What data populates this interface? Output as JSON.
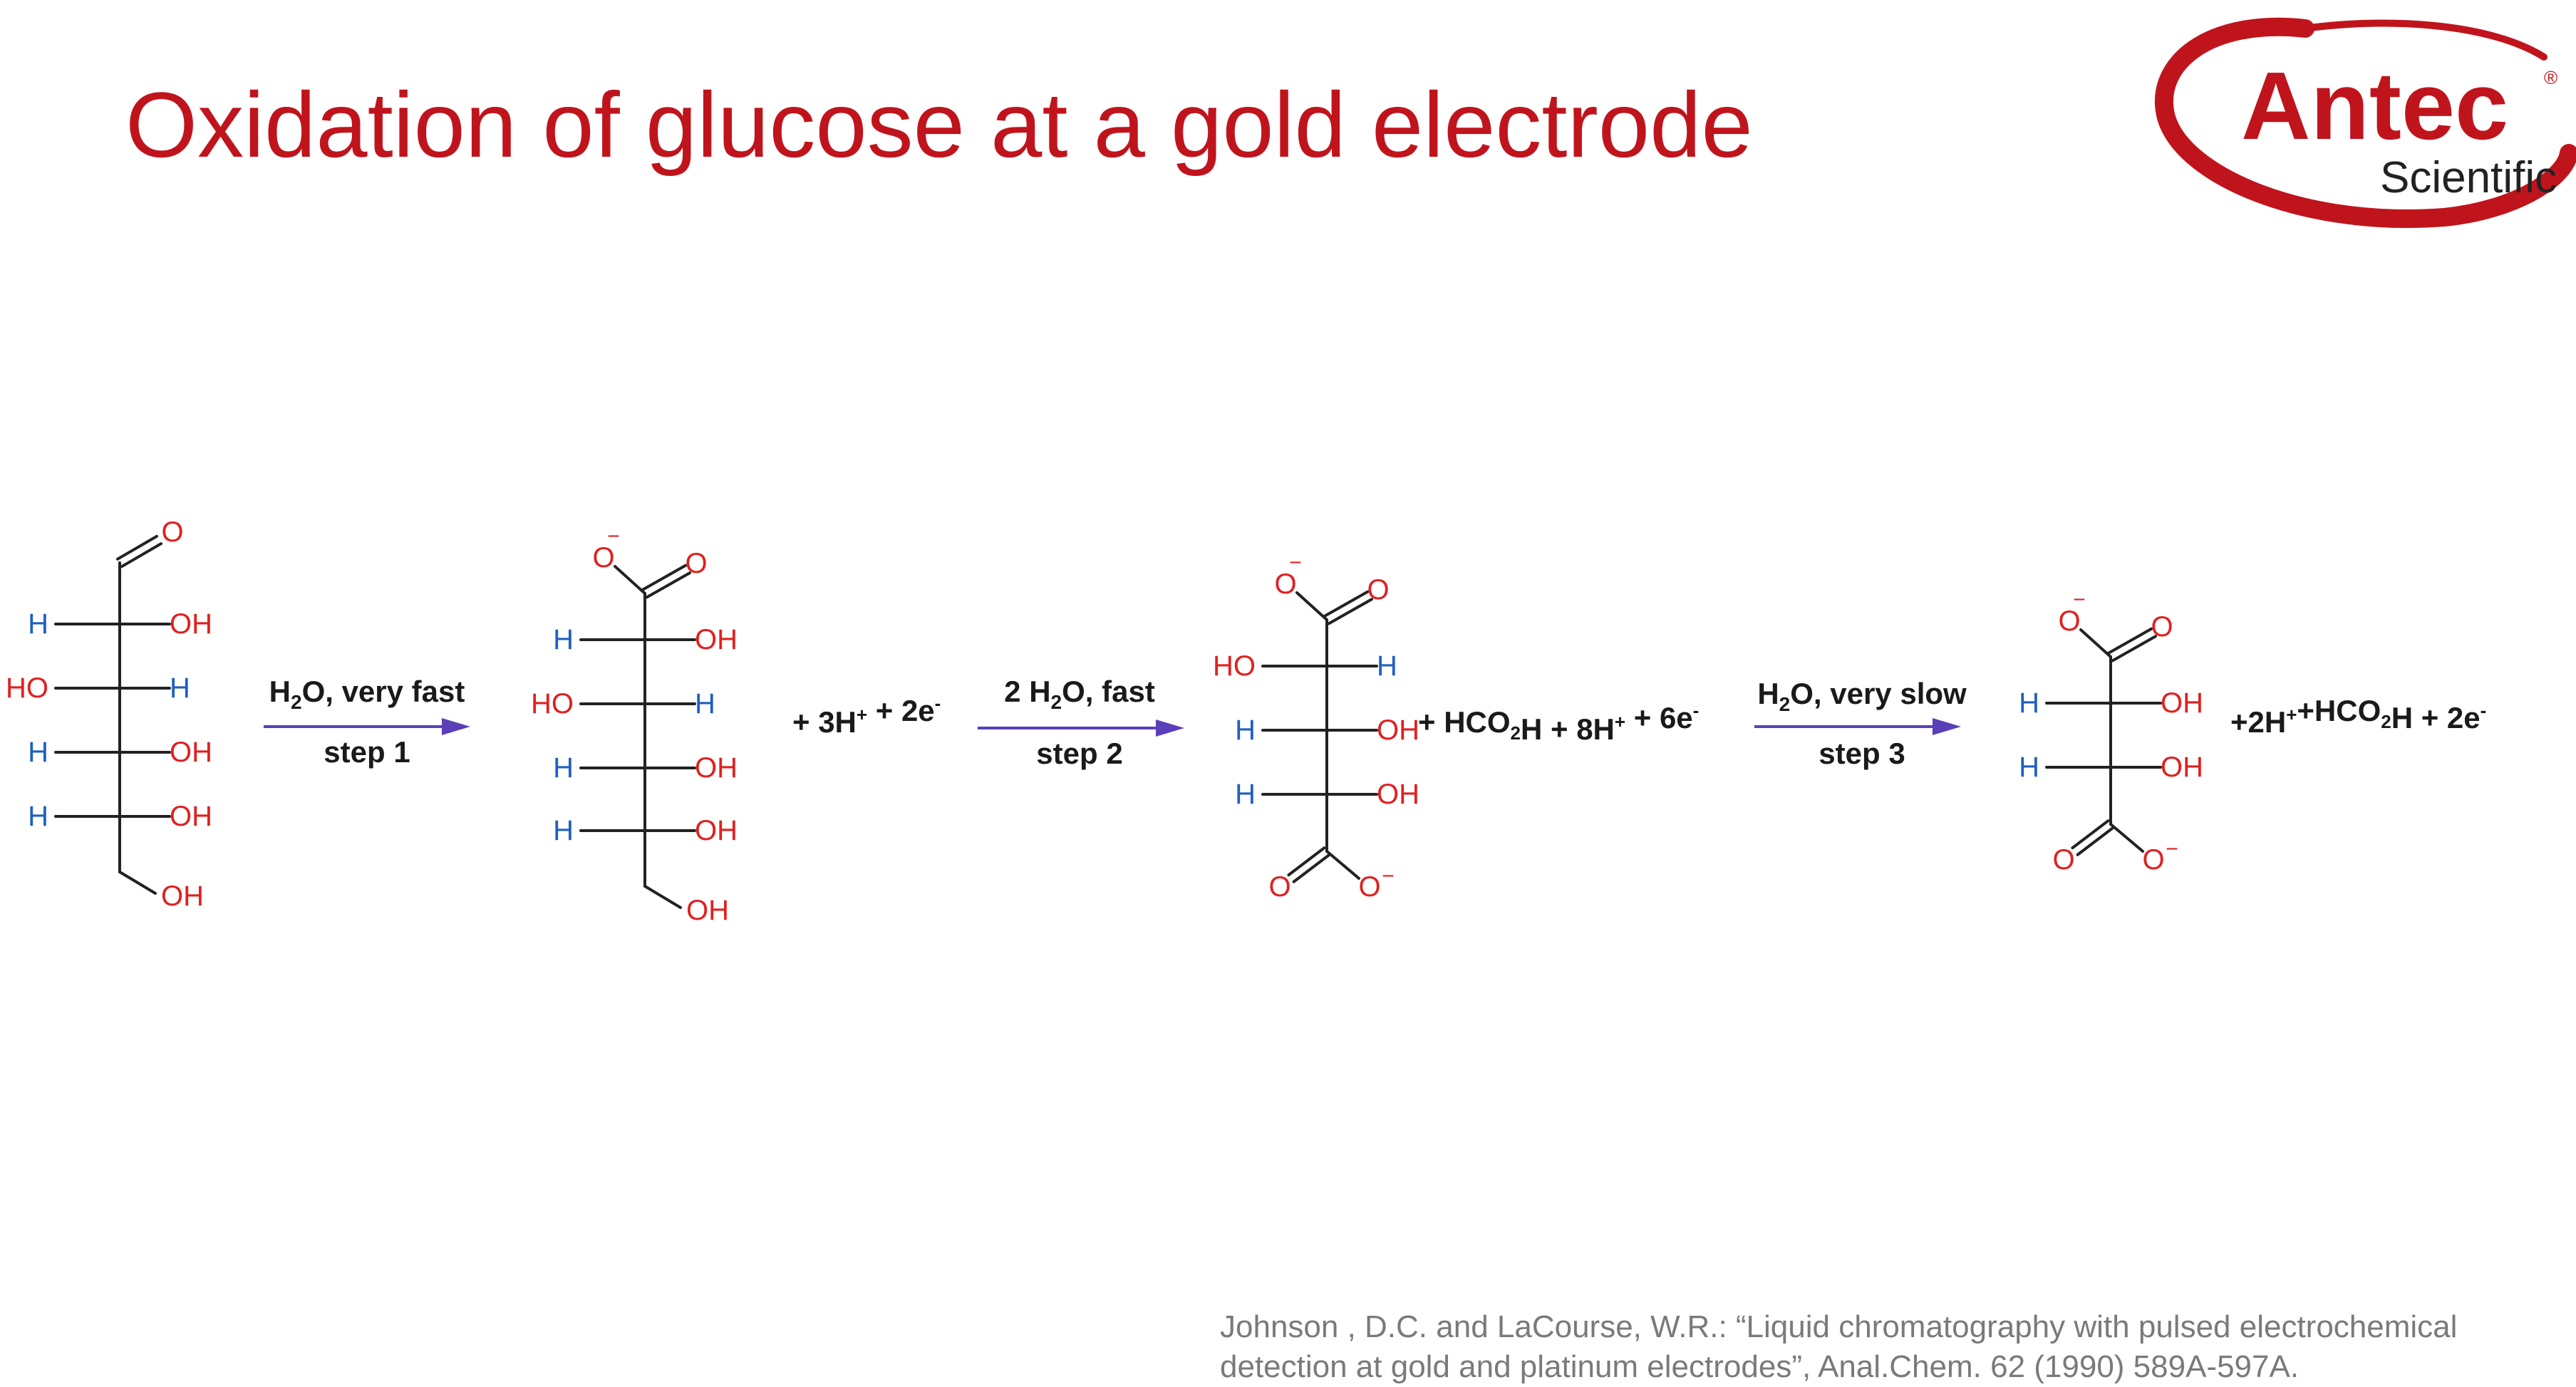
{
  "title": "Oxidation of glucose at a gold electrode",
  "logo": {
    "brand": "Antec",
    "sub": "Scientific",
    "registered": "®"
  },
  "colors": {
    "title": "#c0141d",
    "oxygen": "#e02020",
    "hydrogen": "#1f5fbf",
    "bond": "#222222",
    "arrow": "#5a3fb8",
    "text": "#1a1a1a"
  },
  "atoms": {
    "O": "O",
    "OH": "OH",
    "HO": "HO",
    "H": "H",
    "charge": "−"
  },
  "steps": [
    {
      "reagent": "H",
      "reagent_sub": "2",
      "reagent_rest": "O, very fast",
      "label": "step 1"
    },
    {
      "reagent": "2 H",
      "reagent_sub": "2",
      "reagent_rest": "O, fast",
      "label": "step 2"
    },
    {
      "reagent": "H",
      "reagent_sub": "2",
      "reagent_rest": "O, very slow",
      "label": "step 3"
    }
  ],
  "byproducts": [
    {
      "parts": [
        {
          "t": "+ 3H"
        },
        {
          "t": "+",
          "sup": true
        },
        {
          "t": " + 2e"
        },
        {
          "t": "-",
          "sup": true
        }
      ]
    },
    {
      "parts": [
        {
          "t": "+ HCO"
        },
        {
          "t": "2",
          "sub": true
        },
        {
          "t": "H + 8H"
        },
        {
          "t": "+",
          "sup": true
        },
        {
          "t": " + 6e"
        },
        {
          "t": "-",
          "sup": true
        }
      ]
    },
    {
      "parts": [
        {
          "t": "+2H"
        },
        {
          "t": "+",
          "sup": true
        },
        {
          "t": "+HCO"
        },
        {
          "t": "2",
          "sub": true
        },
        {
          "t": "H + 2e"
        },
        {
          "t": "-",
          "sup": true
        }
      ]
    }
  ],
  "citation": {
    "line1": "Johnson , D.C. and LaCourse, W.R.:  “Liquid chromatography with pulsed electrochemical",
    "line2": "detection at gold and platinum electrodes”, Anal.Chem. 62 (1990) 589A-597A."
  }
}
